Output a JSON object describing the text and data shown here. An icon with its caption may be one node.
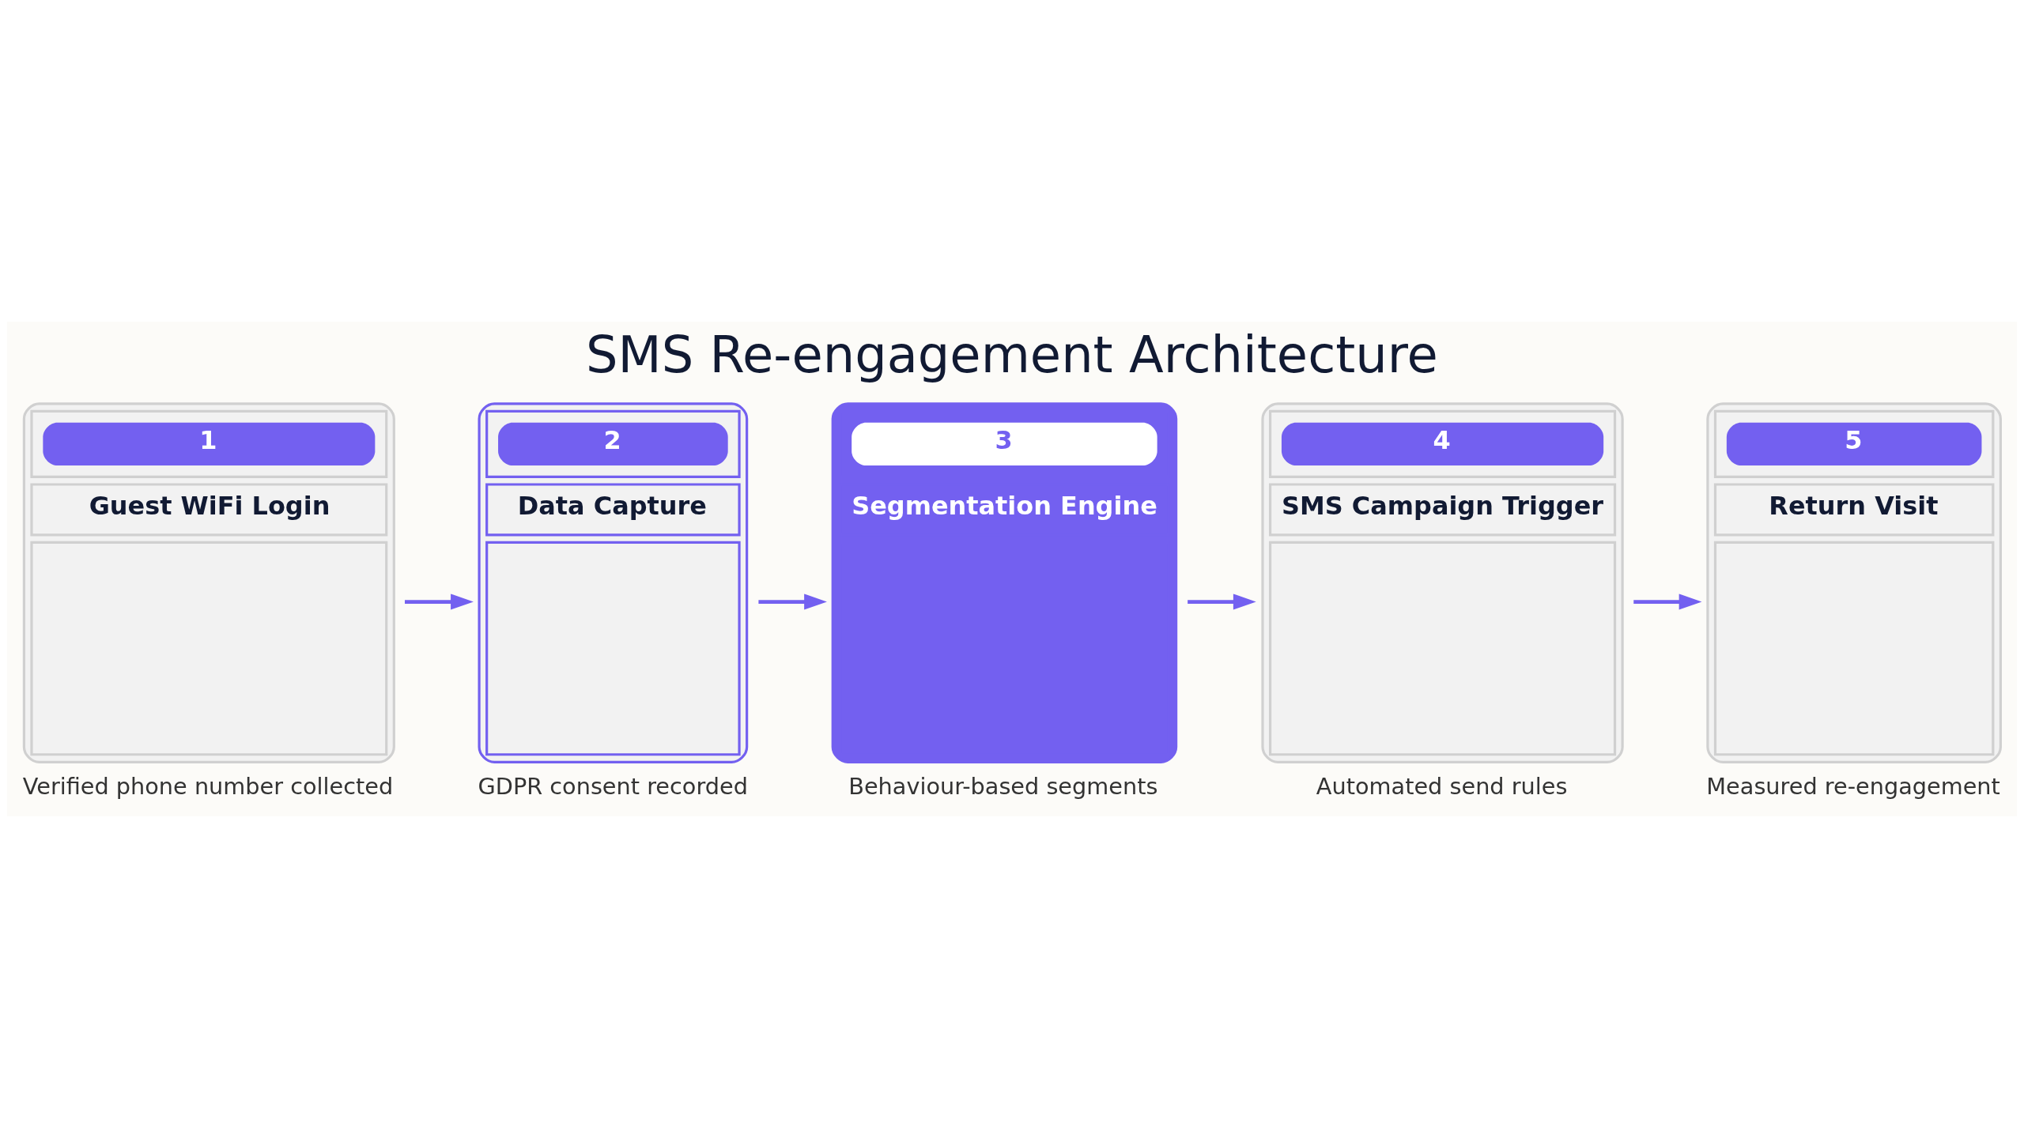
{
  "diagram": {
    "title": "SMS Re-engagement Architecture",
    "nodes": [
      {
        "text": [
          "1",
          "Guest WiFi Login"
        ],
        "beside": [
          "Verified phone number collected"
        ]
      },
      {
        "text": [
          "2",
          "Data Capture"
        ],
        "beside": [
          "GDPR consent recorded"
        ]
      },
      {
        "text": [
          "3",
          "Segmentation Engine"
        ],
        "beside": [
          "Behaviour-based segments"
        ]
      },
      {
        "text": [
          "4",
          "SMS Campaign Trigger"
        ],
        "beside": [
          "Automated send rules"
        ]
      },
      {
        "text": [
          "5",
          "Return Visit"
        ],
        "beside": [
          "Measured re-engagement"
        ]
      }
    ],
    "edges": [
      {
        "from": 0,
        "to": 1,
        "arrow": "to"
      },
      {
        "from": 1,
        "to": 2,
        "arrow": "to"
      },
      {
        "from": 2,
        "to": 3,
        "arrow": "to"
      },
      {
        "from": 3,
        "to": 4,
        "arrow": "to"
      }
    ]
  }
}
